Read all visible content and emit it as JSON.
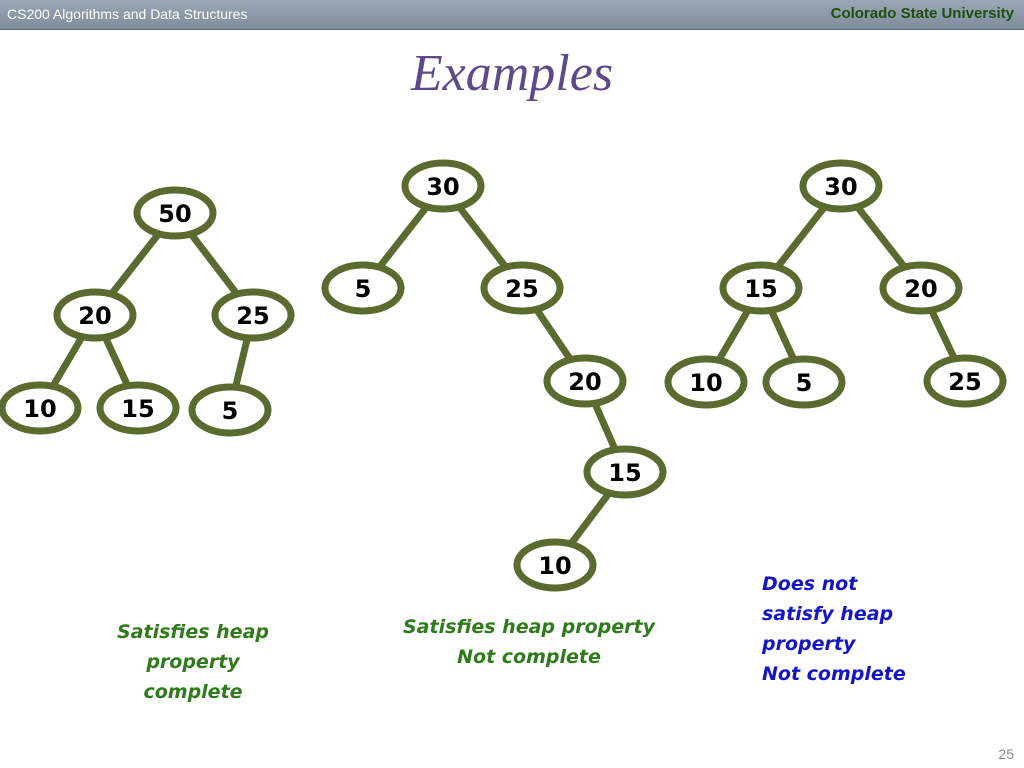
{
  "header": {
    "course": "CS200 Algorithms and Data Structures",
    "university": "Colorado State University"
  },
  "title": "Examples",
  "trees": [
    {
      "nodes": [
        {
          "id": "a",
          "label": "50"
        },
        {
          "id": "b",
          "label": "20"
        },
        {
          "id": "c",
          "label": "25"
        },
        {
          "id": "d",
          "label": "10"
        },
        {
          "id": "e",
          "label": "15"
        },
        {
          "id": "f",
          "label": "5"
        }
      ],
      "edges": [
        [
          "a",
          "b"
        ],
        [
          "a",
          "c"
        ],
        [
          "b",
          "d"
        ],
        [
          "b",
          "e"
        ],
        [
          "c",
          "f"
        ]
      ],
      "caption": [
        "Satisfies heap",
        "property",
        "complete"
      ]
    },
    {
      "nodes": [
        {
          "id": "a",
          "label": "30"
        },
        {
          "id": "b",
          "label": "5"
        },
        {
          "id": "c",
          "label": "25"
        },
        {
          "id": "d",
          "label": "20"
        },
        {
          "id": "e",
          "label": "15"
        },
        {
          "id": "f",
          "label": "10"
        }
      ],
      "edges": [
        [
          "a",
          "b"
        ],
        [
          "a",
          "c"
        ],
        [
          "c",
          "d"
        ],
        [
          "d",
          "e"
        ],
        [
          "e",
          "f"
        ]
      ],
      "caption": [
        "Satisfies heap property",
        "Not complete"
      ]
    },
    {
      "nodes": [
        {
          "id": "a",
          "label": "30"
        },
        {
          "id": "b",
          "label": "15"
        },
        {
          "id": "c",
          "label": "20"
        },
        {
          "id": "d",
          "label": "10"
        },
        {
          "id": "e",
          "label": "5"
        },
        {
          "id": "f",
          "label": "25"
        }
      ],
      "edges": [
        [
          "a",
          "b"
        ],
        [
          "a",
          "c"
        ],
        [
          "b",
          "d"
        ],
        [
          "b",
          "e"
        ],
        [
          "c",
          "f"
        ]
      ],
      "caption": [
        "Does not",
        "satisfy heap",
        "property",
        "Not complete"
      ]
    }
  ],
  "colors": {
    "node_fill": "#ffffff",
    "node_border": "#5b6b2f",
    "edge": "#5b6b2f",
    "title": "#5e4a8b",
    "caption_ok": "#2f7a1b",
    "caption_bad": "#1515c8"
  },
  "page_number": "25"
}
